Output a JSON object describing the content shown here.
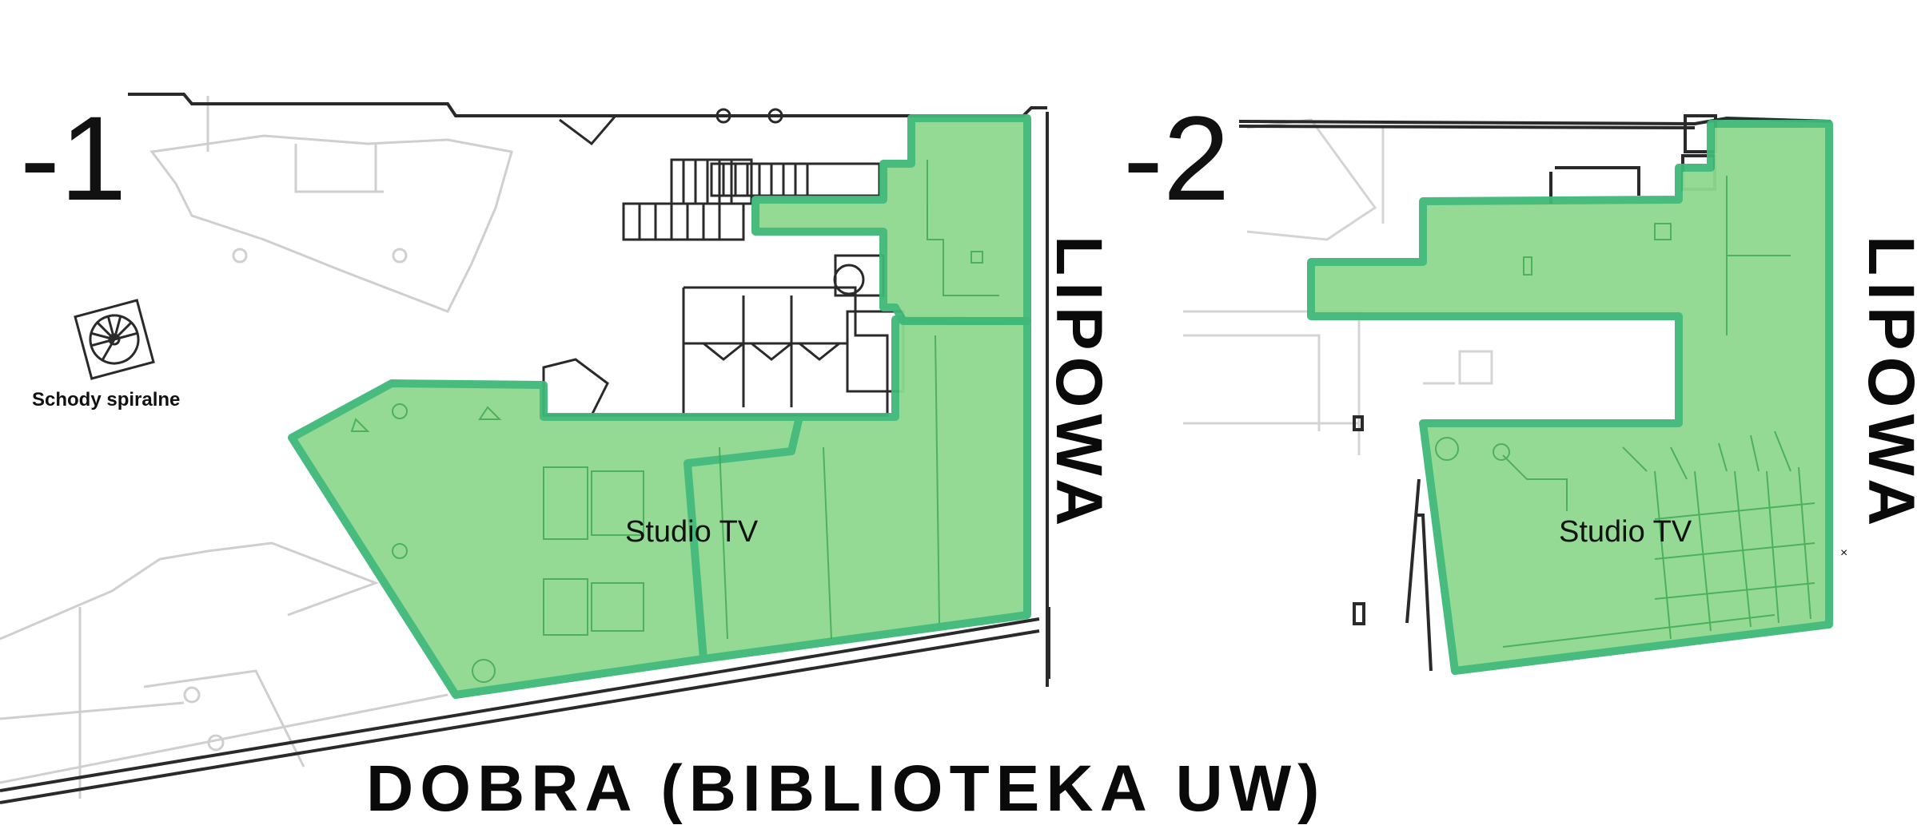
{
  "levels": [
    {
      "id": "level-minus-1",
      "label": "-1",
      "zone_label": "Studio TV"
    },
    {
      "id": "level-minus-2",
      "label": "-2",
      "zone_label": "Studio TV"
    }
  ],
  "streets": {
    "bottom": "DOBRA (BIBLIOTEKA UW)",
    "right": "LIPOWA"
  },
  "annotations": {
    "spiral_stairs": "Schody spiralne"
  },
  "colors": {
    "zone_fill": "#8fd98f",
    "zone_border": "#3fb978",
    "plan_lines": "#2a2a2a",
    "faded_lines": "#cfcfcf",
    "text": "#111111"
  }
}
